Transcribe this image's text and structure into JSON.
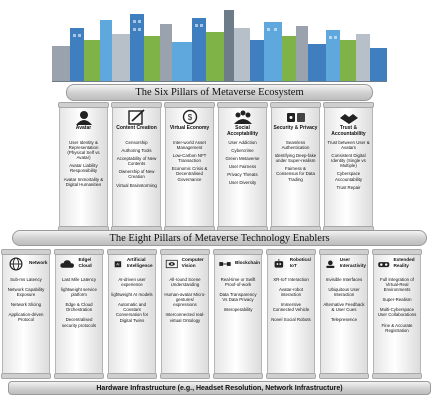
{
  "banners": {
    "top": "The Six Pillars of Metaverse Ecosystem",
    "middle": "The Eight Pillars of Metaverse Technology Enablers",
    "bottom": "Hardware Infrastructure (e.g., Headset Resolution, Network Infrastructure)"
  },
  "ecosystem_pillars": [
    {
      "title": "Avatar",
      "icon": "avatar-icon",
      "items": [
        "User Identity & Representation (Physical Self vs Avatar)",
        "Avatar Liability Responsibility",
        "Avatar Immortality & Digital Humanities"
      ]
    },
    {
      "title": "Content Creation",
      "icon": "content-creation-icon",
      "items": [
        "Censorship",
        "Authoring Tools",
        "Acceptability of New Contents",
        "Ownership of New Creation",
        "Virtual Brainstorming"
      ]
    },
    {
      "title": "Virtual Economy",
      "icon": "economy-icon",
      "items": [
        "Inter-world Asset Management",
        "Low-Carbon NFT Transaction",
        "Economic Crisis & Decentralised Governance"
      ]
    },
    {
      "title": "Social Acceptability",
      "icon": "social-icon",
      "items": [
        "User Addiction",
        "Cybercrime",
        "Green Metaverse",
        "User Fairness",
        "Privacy Threats",
        "User Diversity"
      ]
    },
    {
      "title": "Security & Privacy",
      "icon": "security-icon",
      "items": [
        "Seamless Authentication",
        "Identifying Deep-fake under Super-realism",
        "Fairness & Consensus for Data Trading"
      ]
    },
    {
      "title": "Trust & Accountability",
      "icon": "trust-icon",
      "items": [
        "Trust between User & Avatars",
        "Consistent Digital Identity (Single vs Multiple)",
        "Cyberspace Accountability",
        "Trust Repair"
      ]
    }
  ],
  "enabler_pillars": [
    {
      "title": "Network",
      "icon": "network-icon",
      "items": [
        "Sub-ms Latency",
        "Network Capability Exposure",
        "Network Slicing",
        "Application-driven Protocol"
      ]
    },
    {
      "title": "Edge/ Cloud",
      "icon": "cloud-icon",
      "items": [
        "Last Mile Latency",
        "lightweight service platform",
        "Edge & Cloud Orchestration",
        "Decentralised security protocols"
      ]
    },
    {
      "title": "Artificial Intelligence",
      "icon": "ai-icon",
      "items": [
        "AI-driven user experience",
        "lightweight AI models",
        "Automatic and Constant Conversation for Digital Twins"
      ]
    },
    {
      "title": "Computer Vision",
      "icon": "vision-icon",
      "items": [
        "All-round Scene Understanding",
        "Human-avatar Micro-gestures/ expressions",
        "Interconnected real-virtual Ontology"
      ]
    },
    {
      "title": "Blockchain",
      "icon": "blockchain-icon",
      "items": [
        "Real-time or Swift Proof-of-work",
        "Data Transparency Vs Data Privacy",
        "Interoperability"
      ]
    },
    {
      "title": "Robotics/ IoT",
      "icon": "robot-icon",
      "items": [
        "XR-IoT Interaction",
        "Avatar-robot interaction",
        "Immersive Connected Vehicle",
        "Novel Social Robots"
      ]
    },
    {
      "title": "User Interactivity",
      "icon": "interactivity-icon",
      "items": [
        "Invisible Interfaces",
        "Ubiquitous User Interaction",
        "Alternative Feedback & User Cues",
        "Telepresence"
      ]
    },
    {
      "title": "Extended Reality",
      "icon": "vr-headset-icon",
      "items": [
        "Full Integration of Virtual-Real Environments",
        "Super-Realism",
        "Multi-Cyberspace User Collaborations",
        "Fine & Accurate Registration"
      ]
    }
  ],
  "colors": {
    "sky": "#5fa8de",
    "building_blue": "#3f7fc0",
    "building_green": "#7fb247",
    "building_gray": "#9aa3ad"
  }
}
